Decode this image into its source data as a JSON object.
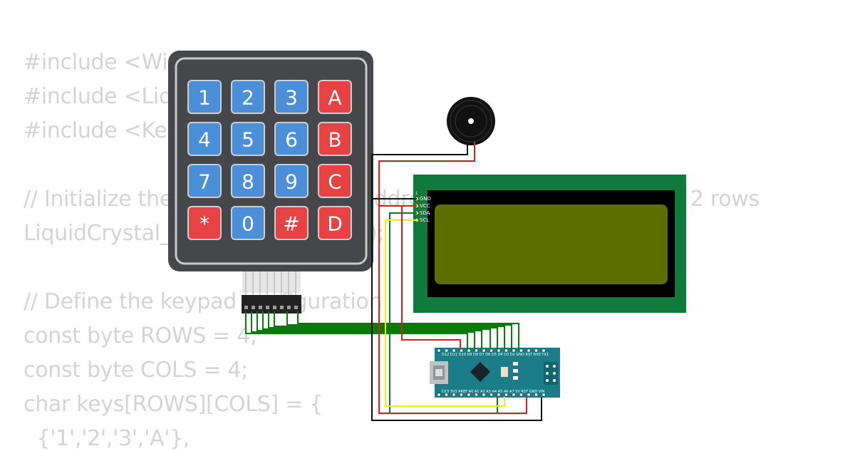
{
  "code": {
    "lines": [
      "#include <Wire.h>",
      "#include <LiquidCrystal_I2C.h>",
      "#include <Keypad.h>",
      "",
      "// Initialize the LCD with the I2C address 0x27, 16 columns and 2 rows",
      "LiquidCrystal_I2C lcd(0x27, 16, 2);",
      "",
      "// Define the keypad configuration",
      "const byte ROWS = 4;",
      "const byte COLS = 4;",
      "char keys[ROWS][COLS] = {",
      "  {'1','2','3','A'},"
    ]
  },
  "keypad": {
    "keys": [
      {
        "label": "1",
        "color": "#4a8fd8"
      },
      {
        "label": "2",
        "color": "#4a8fd8"
      },
      {
        "label": "3",
        "color": "#4a8fd8"
      },
      {
        "label": "A",
        "color": "#e84344"
      },
      {
        "label": "4",
        "color": "#4a8fd8"
      },
      {
        "label": "5",
        "color": "#4a8fd8"
      },
      {
        "label": "6",
        "color": "#4a8fd8"
      },
      {
        "label": "B",
        "color": "#e84344"
      },
      {
        "label": "7",
        "color": "#4a8fd8"
      },
      {
        "label": "8",
        "color": "#4a8fd8"
      },
      {
        "label": "9",
        "color": "#4a8fd8"
      },
      {
        "label": "C",
        "color": "#e84344"
      },
      {
        "label": "*",
        "color": "#e84344"
      },
      {
        "label": "0",
        "color": "#4a8fd8"
      },
      {
        "label": "#",
        "color": "#e84344"
      },
      {
        "label": "D",
        "color": "#e84344"
      }
    ]
  },
  "lcd": {
    "pins": [
      "GND",
      "VCC",
      "SDA",
      "SCL"
    ],
    "pin_one_label": "1"
  },
  "nano": {
    "top_pins_label": "D12 D11 D10 D9 D8 D7 D6 D5 D4 D3 D2 GND RST RX0 TX1",
    "bottom_pins_label": "D13 3V3 AREF A0 A1 A2 A3 A4 A5 A6 A7 5V RST GND VIN"
  },
  "colors": {
    "keypad_body": "#45474b",
    "lcd_board": "#0f7a3c",
    "lcd_screen": "#5c6e00",
    "nano_board": "#1b7d87",
    "wire_red": "#e01a1a",
    "wire_black": "#111111",
    "wire_green": "#0a7a0a",
    "wire_yellow": "#f2ea1c"
  }
}
